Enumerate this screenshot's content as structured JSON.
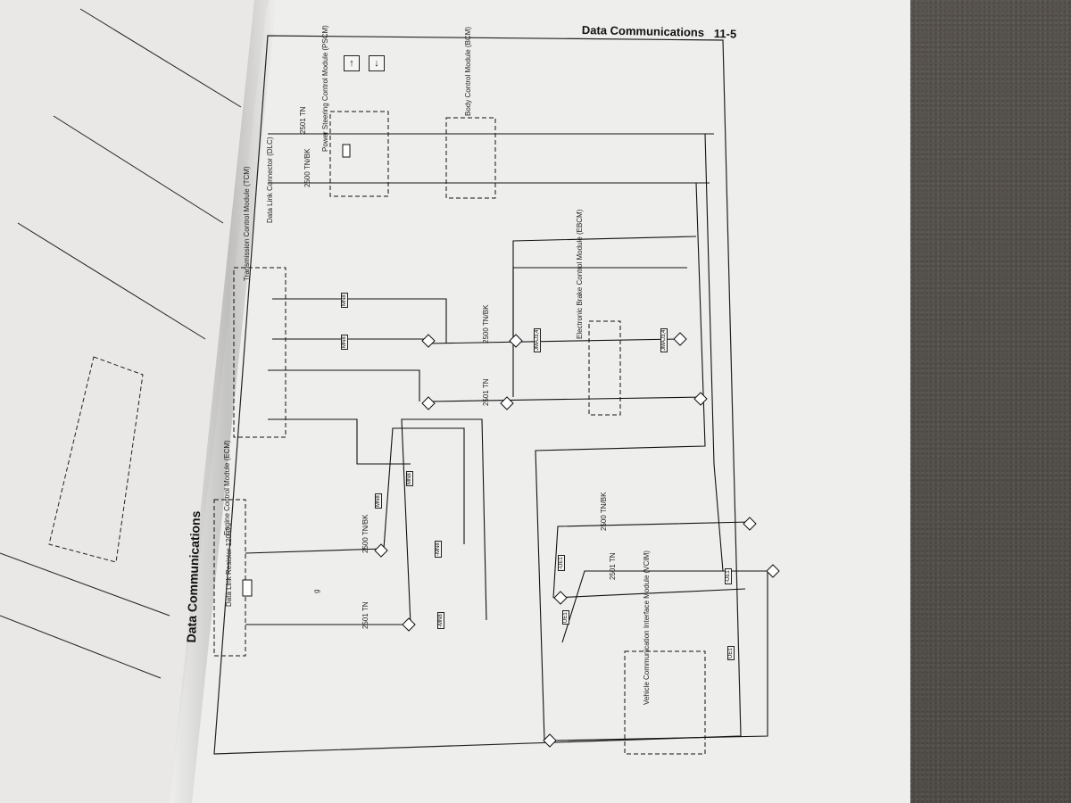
{
  "page": {
    "section_title": "Data Communications",
    "page_number": "11-5",
    "side_title": "Data Communications",
    "nav_icons": [
      "up-arrow-icon",
      "down-arrow-icon"
    ]
  },
  "modules": {
    "dlc": "Data Link Connector (DLC)",
    "ecm": "Engine Control Module (ECM)",
    "tcm": "Transmission Control Module (TCM)",
    "ebcm": "Electronic Brake Control Module (EBCM)",
    "vcim": "Vehicle Communication Interface Module (VCIM)",
    "bcm": "Body Control Module (BCM)",
    "psm": "Power Steering Control Module (PSCM)",
    "resistor": "Data Link Resistor 120 Ω"
  },
  "wires": {
    "w2500": "2500 TN/BK",
    "w2501": "2501 TN",
    "ground_label": "g"
  },
  "connector_tags": [
    "MN8",
    "MN8",
    "MN8",
    "MN8",
    "-MN8",
    "-MN8",
    "JMAJ3,4",
    "JMAJ3,4",
    "UE1",
    "UE1",
    "-UE1",
    "-UE1"
  ]
}
